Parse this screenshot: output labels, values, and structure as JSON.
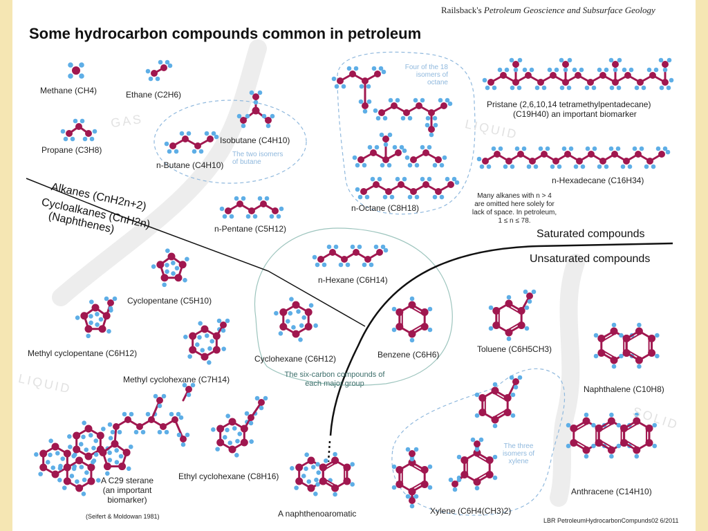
{
  "credit": {
    "author": "Railsback's",
    "work": "Petroleum Geoscience and Subsurface Geology"
  },
  "title": "Some hydrocarbon compounds common in petroleum",
  "phase_labels": [
    "GAS",
    "LIQUID",
    "LIQUID",
    "SOLID"
  ],
  "group_labels": {
    "alkanes": "Alkanes (CnH2n+2)",
    "cycloalkanes": "Cycloalkanes (CnH2n)",
    "naphthenes": "(Naphthenes)",
    "saturated": "Saturated compounds",
    "unsaturated": "Unsaturated compounds"
  },
  "compounds": {
    "methane": "Methane (CH4)",
    "ethane": "Ethane (C2H6)",
    "propane": "Propane (C3H8)",
    "isobutane": "Isobutane (C4H10)",
    "n_butane": "n-Butane (C4H10)",
    "n_pentane": "n-Pentane (C5H12)",
    "n_octane": "n-Octane (C8H18)",
    "pristane": "Pristane (2,6,10,14 tetramethylpentadecane)",
    "pristane_formula": "(C19H40) an important biomarker",
    "n_hexadecane": "n-Hexadecane (C16H34)",
    "n_hexane": "n-Hexane (C6H14)",
    "cyclopentane": "Cyclopentane (C5H10)",
    "methyl_cyclopentane": "Methyl cyclopentane (C6H12)",
    "methyl_cyclohexane": "Methyl cyclohexane (C7H14)",
    "cyclohexane": "Cyclohexane (C6H12)",
    "benzene": "Benzene (C6H6)",
    "toluene": "Toluene (C6H5CH3)",
    "naphthalene": "Naphthalene (C10H8)",
    "anthracene": "Anthracene (C14H10)",
    "ethyl_cyclohexane": "Ethyl cyclohexane (C8H16)",
    "sterane": "A C29 sterane (an important biomarker)",
    "sterane_ref": "(Seifert & Moldowan 1981)",
    "naphthenoaromatic": "A naphthenoaromatic",
    "xylene": "Xylene (C6H4(CH3)2)"
  },
  "notes": {
    "butane_isomers": "The two isomers of butane",
    "octane_isomers": "Four of the 18 isomers of octane",
    "xylene_isomers": "The three isomers of xylene",
    "six_carbon": "The six-carbon compounds of each major group",
    "omitted": "Many alkanes with n > 4 are omitted here solely for lack of space. In petroleum, 1 ≤ n ≤ 78."
  },
  "footer": "LBR PetroleumHydrocarbonCompunds02 6/2011",
  "colors": {
    "carbon": "#a0174f",
    "hydrogen": "#5eaee6",
    "bond": "#a0174f",
    "phase_band": "#e8e8e8",
    "group_outline": "#8fb8dd",
    "six_carbon_outline": "#9cc4bd"
  }
}
